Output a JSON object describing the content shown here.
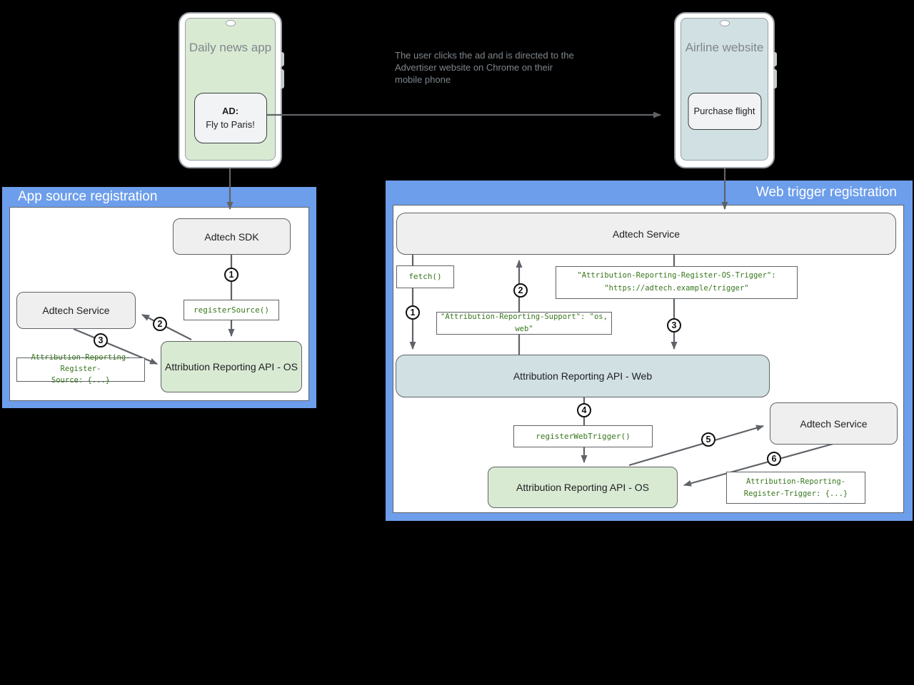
{
  "caption": "The user clicks the ad and is directed to the Advertiser website on Chrome on their mobile phone",
  "phones": {
    "left": {
      "title": "Daily news app",
      "ad_heading": "AD:",
      "ad_text": "Fly to Paris!"
    },
    "right": {
      "title": "Airline website",
      "button_label": "Purchase flight"
    }
  },
  "app_source_panel": {
    "title": "App source registration",
    "adtech_sdk": "Adtech SDK",
    "adtech_service": "Adtech Service",
    "register_source_call": "registerSource()",
    "attribution_api_os": "Attribution Reporting API - OS",
    "register_source_header_lines": [
      "Attribution-Reporting-Register-",
      "Source: {...}"
    ],
    "steps": [
      "1",
      "2",
      "3"
    ]
  },
  "web_trigger_panel": {
    "title": "Web trigger registration",
    "adtech_service_top": "Adtech Service",
    "fetch_call": "fetch()",
    "support_header": "\"Attribution-Reporting-Support\": \"os, web\"",
    "os_trigger_header_lines": [
      "\"Attribution-Reporting-Register-OS-Trigger\":",
      "\"https://adtech.example/trigger\""
    ],
    "attribution_api_web": "Attribution Reporting API - Web",
    "register_web_trigger_call": "registerWebTrigger()",
    "attribution_api_os": "Attribution Reporting API - OS",
    "adtech_service_right": "Adtech Service",
    "register_trigger_header_lines": [
      "Attribution-Reporting-",
      "Register-Trigger: {...}"
    ],
    "steps": [
      "1",
      "2",
      "3",
      "4",
      "5",
      "6"
    ]
  },
  "colors": {
    "background": "#000000",
    "panel_blue": "#6d9eeb",
    "node_gray": "#efefef",
    "node_green": "#d9ead3",
    "node_lightblue": "#d0e0e3",
    "code_text_green": "#38761d",
    "arrow_gray": "#5f6368"
  }
}
